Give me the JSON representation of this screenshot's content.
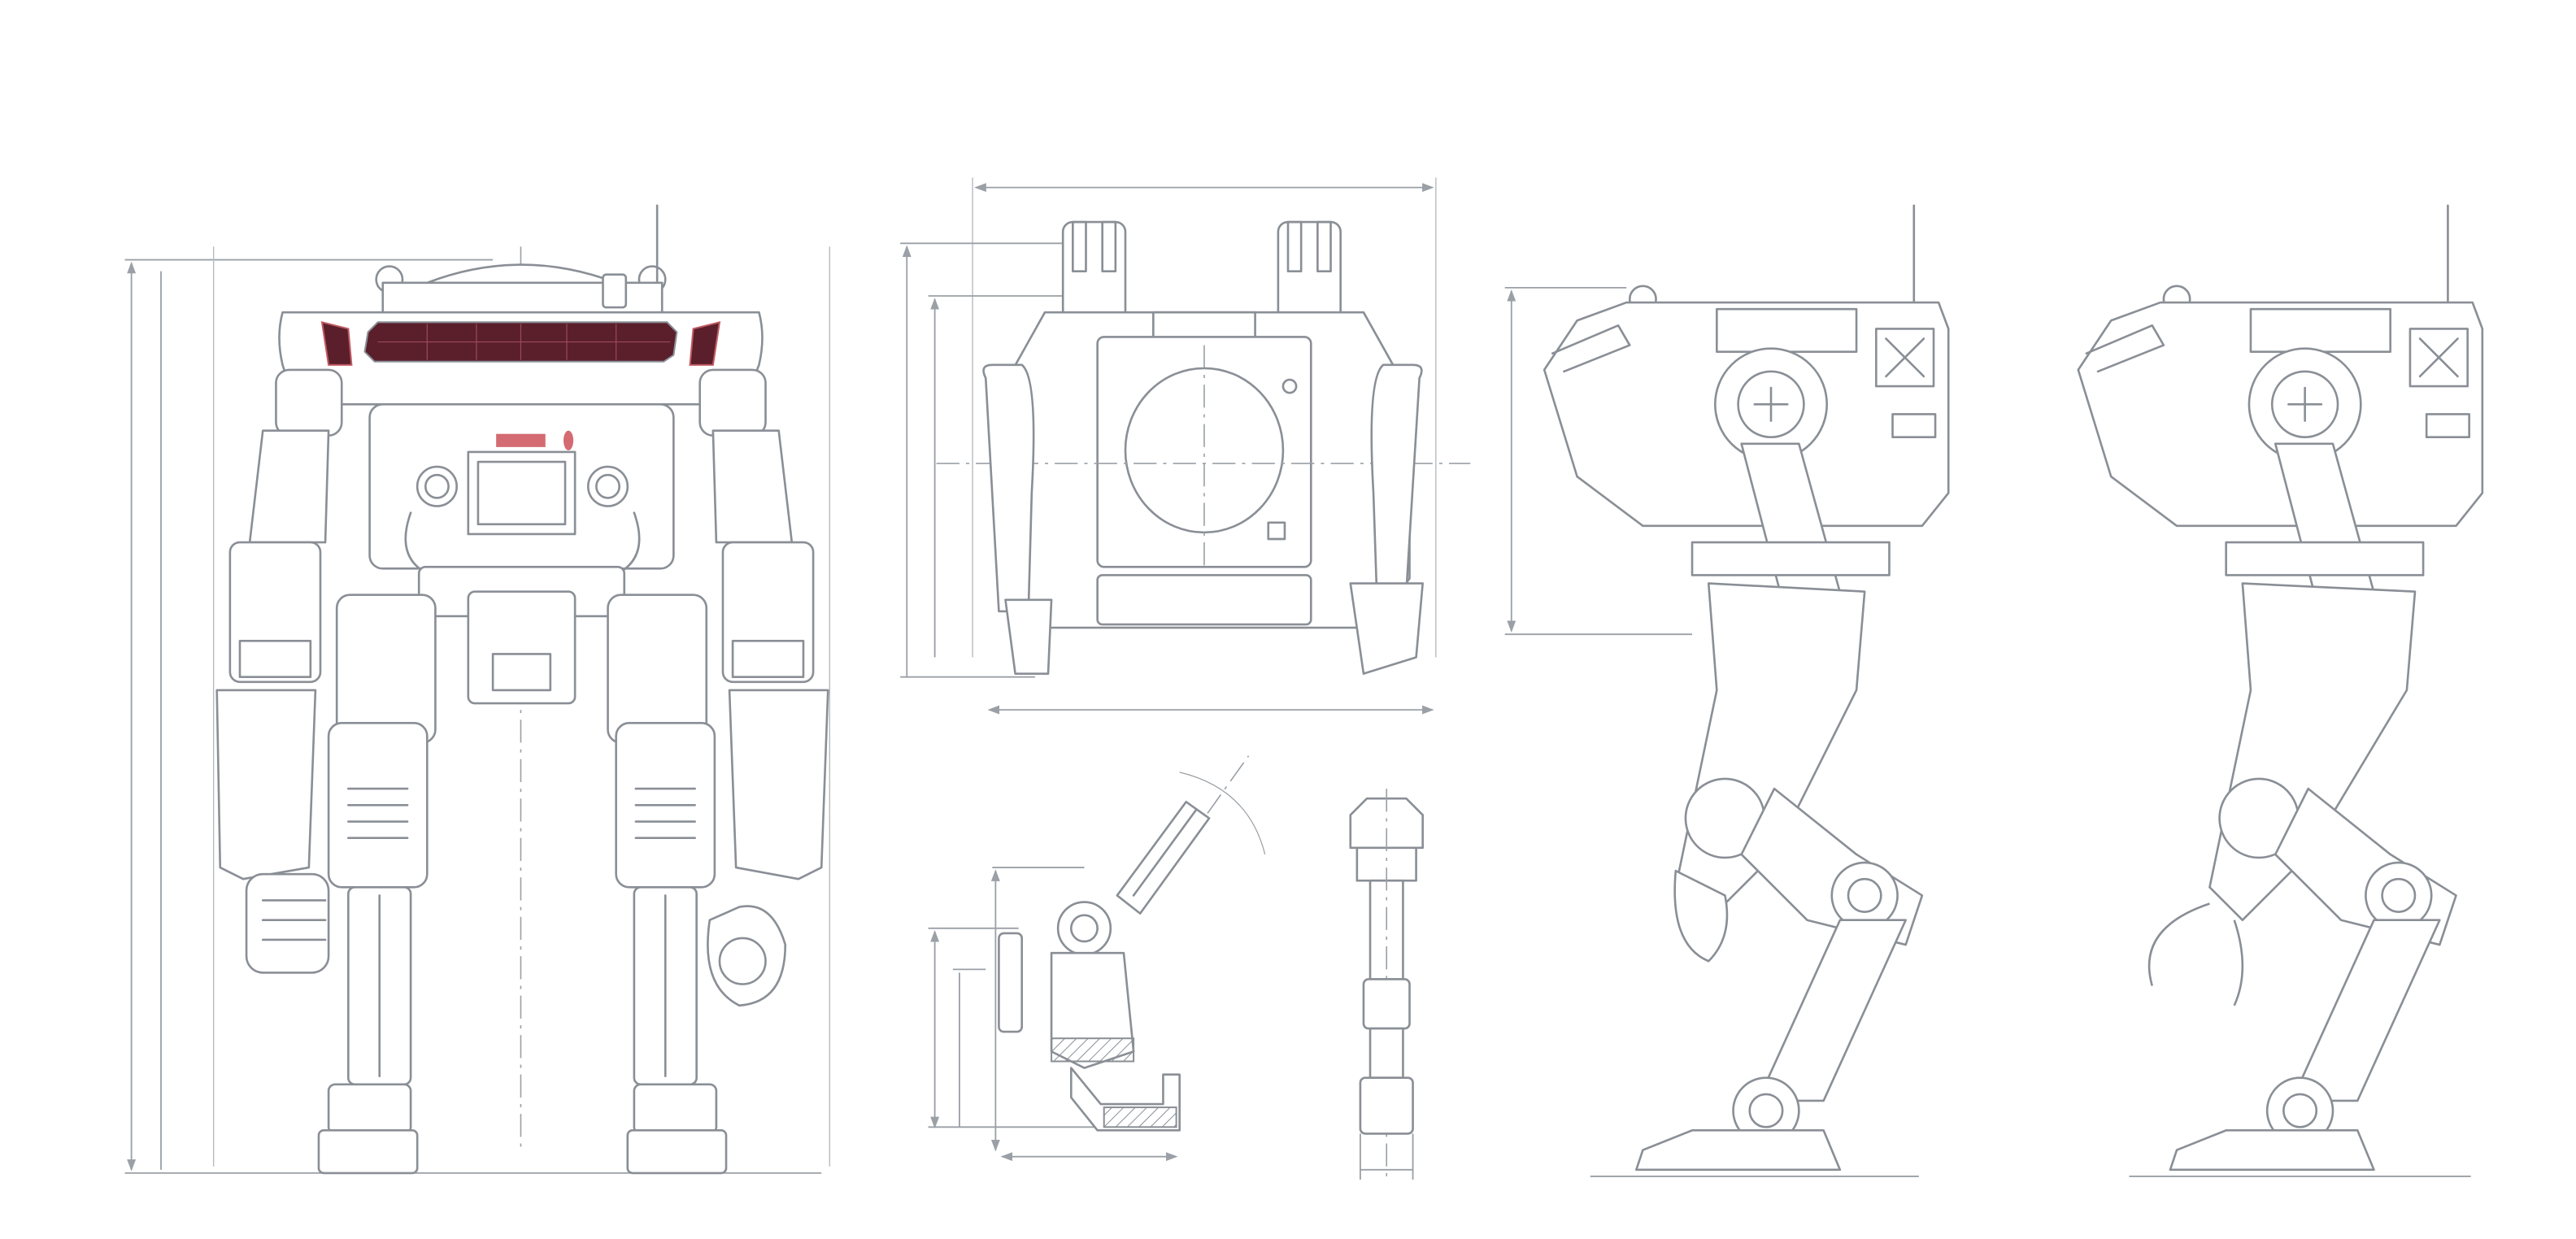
{
  "drawing": {
    "subject": "robot",
    "views": [
      "front",
      "top",
      "arm-side",
      "arm-front",
      "side-1",
      "side-2"
    ],
    "colors": {
      "background": "#ffffff",
      "line": "#8a8f96",
      "visor": "#5a1f2b",
      "visor_grid": "#9c4a55",
      "indicator": "#d46a72"
    }
  }
}
